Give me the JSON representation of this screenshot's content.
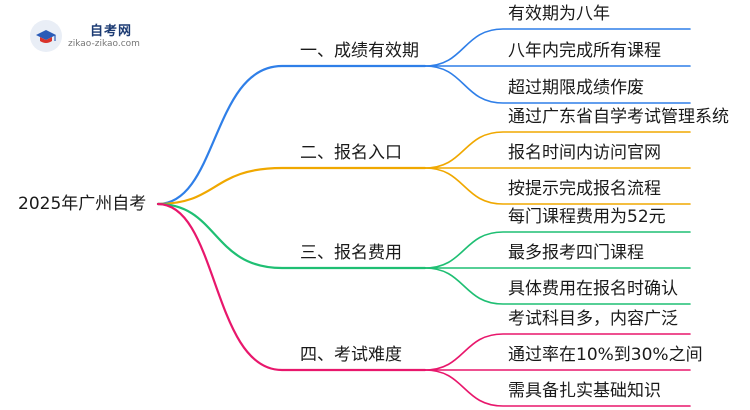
{
  "logo": {
    "title": "自考网",
    "url": "zikao-zikao.com",
    "icon": "graduation-cap-icon"
  },
  "root": {
    "label": "2025年广州自考"
  },
  "branches": [
    {
      "label": "一、成绩有效期",
      "color": "#2f7fe8",
      "children": [
        "有效期为八年",
        "八年内完成所有课程",
        "超过期限成绩作废"
      ]
    },
    {
      "label": "二、报名入口",
      "color": "#f0a800",
      "children": [
        "通过广东省自学考试管理系统",
        "报名时间内访问官网",
        "按提示完成报名流程"
      ]
    },
    {
      "label": "三、报名费用",
      "color": "#1fbf73",
      "children": [
        "每门课程费用为52元",
        "最多报考四门课程",
        "具体费用在报名时确认"
      ]
    },
    {
      "label": "四、考试难度",
      "color": "#e8176c",
      "children": [
        "考试科目多，内容广泛",
        "通过率在10%到30%之间",
        "需具备扎实基础知识"
      ]
    }
  ]
}
